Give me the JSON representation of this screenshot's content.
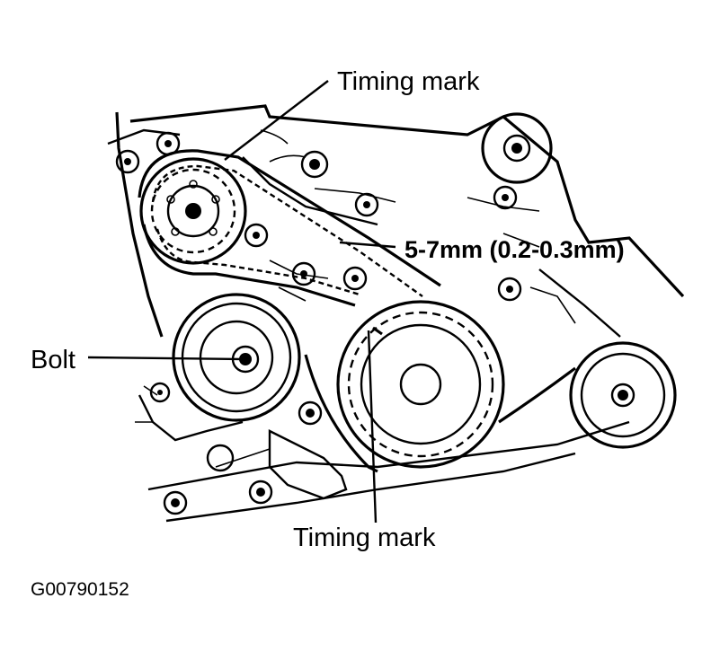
{
  "diagram": {
    "labels": {
      "timing_mark_top": "Timing mark",
      "belt_deflection": "5-7mm (0.2-0.3mm)",
      "bolt": "Bolt",
      "timing_mark_bottom": "Timing mark"
    },
    "figure_id": "G00790152",
    "colors": {
      "ink": "#000000",
      "paper": "#ffffff"
    }
  }
}
